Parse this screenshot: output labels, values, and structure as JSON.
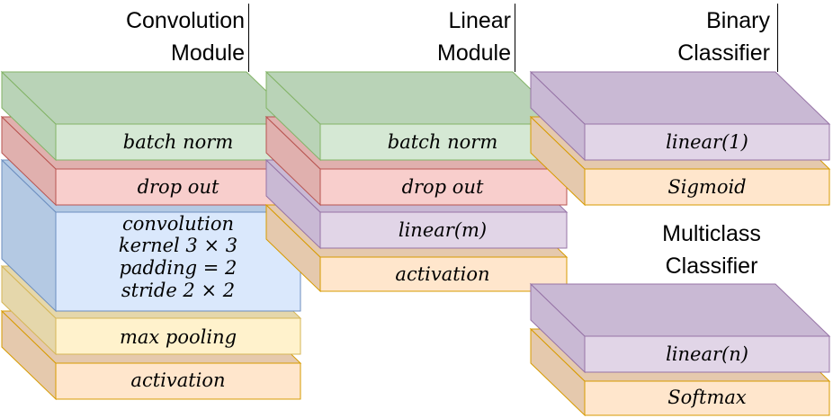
{
  "colors": {
    "green": {
      "front": "#d5e8d4",
      "side": "#b9d3b7",
      "stroke": "#82b366"
    },
    "red": {
      "front": "#f8cecc",
      "side": "#e0b0ae",
      "stroke": "#b85450"
    },
    "blue": {
      "front": "#dae8fc",
      "side": "#b4c9e3",
      "stroke": "#6c8ebf"
    },
    "yellow": {
      "front": "#fff2cc",
      "side": "#e5d7ab",
      "stroke": "#d6b656"
    },
    "orange": {
      "front": "#ffe6cc",
      "side": "#e5c9ad",
      "stroke": "#d79b00"
    },
    "purple": {
      "front": "#e1d5e7",
      "side": "#c9b9d4",
      "stroke": "#9673a6"
    }
  },
  "headers": {
    "convolution_module": [
      "Convolution",
      "Module"
    ],
    "linear_module": [
      "Linear",
      "Module"
    ],
    "binary_classifier": [
      "Binary",
      "Classifier"
    ],
    "multiclass_classifier": [
      "Multiclass",
      "Classifier"
    ]
  },
  "convolution_module": {
    "batch_norm": "batch norm",
    "drop_out": "drop out",
    "convolution": [
      "convolution",
      "kernel 3 × 3",
      "padding = 2",
      "stride 2 × 2"
    ],
    "max_pooling": "max pooling",
    "activation": "activation"
  },
  "linear_module": {
    "batch_norm": "batch norm",
    "drop_out": "drop out",
    "linear": "linear(m)",
    "activation": "activation"
  },
  "binary_classifier": {
    "linear": "linear(1)",
    "output": "Sigmoid"
  },
  "multiclass_classifier": {
    "linear": "linear(n)",
    "output": "Softmax"
  }
}
